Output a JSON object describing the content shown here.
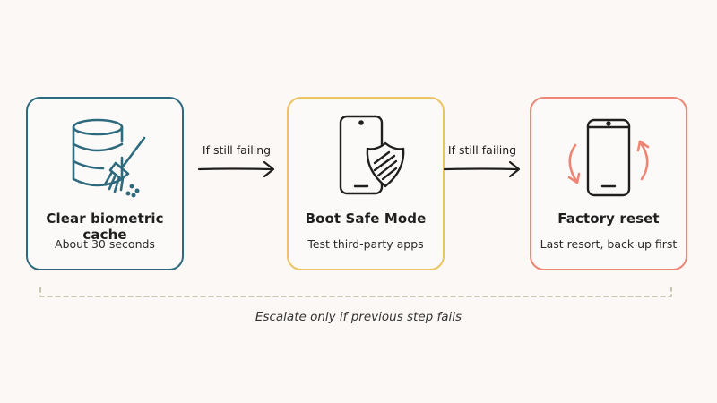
{
  "steps": [
    {
      "title": "Clear biometric cache",
      "subtitle": "About 30 seconds",
      "icon": "database-broom-icon",
      "color": "#2e6a7d"
    },
    {
      "title": "Boot Safe Mode",
      "subtitle": "Test third-party apps",
      "icon": "phone-shield-icon",
      "color": "#ecc463"
    },
    {
      "title": "Factory reset",
      "subtitle": "Last resort, back up first",
      "icon": "phone-reset-icon",
      "color": "#ee8676"
    }
  ],
  "arrows": [
    {
      "label": "If still failing"
    },
    {
      "label": "If still failing"
    }
  ],
  "footnote": "Escalate only if previous step fails",
  "colors": {
    "background": "#fcf8f6",
    "ink": "#1f1f1f",
    "bracket": "#b8b8a0",
    "reset_arrows": "#ee8676"
  }
}
